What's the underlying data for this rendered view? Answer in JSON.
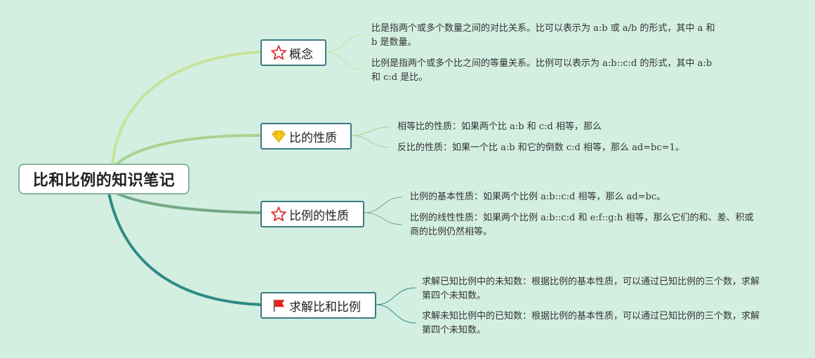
{
  "root": {
    "title": "比和比例的知识笔记"
  },
  "colors": {
    "background": "#d3efe2",
    "node_border": "#3d7a82",
    "star_icon": "#e0323a",
    "gem_icon": "#f5d21a",
    "flag_icon": "#e8231f"
  },
  "branches": [
    {
      "label": "概念",
      "icon": "star-outline-icon",
      "line_color": "#c6e39a",
      "leaves": [
        "比是指两个或多个数量之间的对比关系。比可以表示为 a:b 或 a/b 的形式，其中 a 和 b 是数量。",
        "比例是指两个或多个比之间的等量关系。比例可以表示为 a:b::c:d 的形式，其中 a:b 和 c:d 是比。"
      ]
    },
    {
      "label": "比的性质",
      "icon": "gem-icon",
      "line_color": "#a7d38f",
      "leaves": [
        "相等比的性质：如果两个比 a:b 和 c:d 相等，那么",
        "反比的性质：如果一个比 a:b 和它的倒数 c:d 相等，那么 ad=bc=1。"
      ]
    },
    {
      "label": "比例的性质",
      "icon": "star-outline-icon",
      "line_color": "#73a985",
      "leaves": [
        "比例的基本性质：如果两个比例 a:b::c:d 相等，那么 ad=bc。",
        "比例的线性性质：如果两个比例 a:b::c:d 和 e:f::g:h 相等，那么它们的和、差、积或商的比例仍然相等。"
      ]
    },
    {
      "label": "求解比和比例",
      "icon": "red-flag-icon",
      "line_color": "#2f8a86",
      "leaves": [
        "求解已知比例中的未知数：根据比例的基本性质，可以通过已知比例的三个数，求解第四个未知数。",
        "求解未知比例中的已知数：根据比例的基本性质，可以通过已知比例的三个数，求解第四个未知数。"
      ]
    }
  ]
}
